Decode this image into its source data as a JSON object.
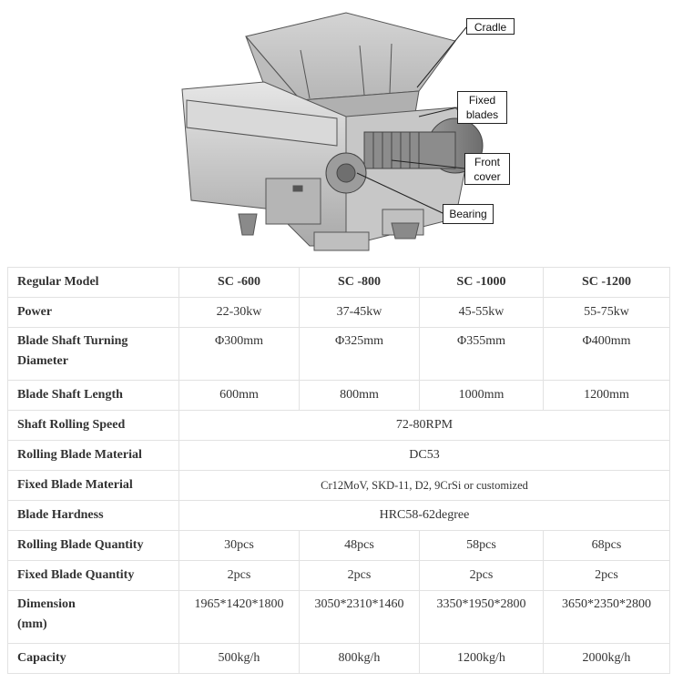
{
  "callouts": {
    "cradle": "Cradle",
    "fixed_blades_line1": "Fixed",
    "fixed_blades_line2": "blades",
    "front_cover_line1": "Front",
    "front_cover_line2": "cover",
    "bearing": "Bearing"
  },
  "table": {
    "header": {
      "label": "Regular Model",
      "models": [
        "SC -600",
        "SC -800",
        "SC -1000",
        "SC -1200"
      ]
    },
    "power": {
      "label": "Power",
      "values": [
        "22-30kw",
        "37-45kw",
        "45-55kw",
        "55-75kw"
      ]
    },
    "diameter": {
      "label_line1": "Blade Shaft Turning",
      "label_line2": "Diameter",
      "values": [
        "Φ300mm",
        "Φ325mm",
        "Φ355mm",
        "Φ400mm"
      ]
    },
    "length": {
      "label": "Blade Shaft Length",
      "values": [
        "600mm",
        "800mm",
        "1000mm",
        "1200mm"
      ]
    },
    "speed": {
      "label": "Shaft Rolling Speed",
      "value": "72-80RPM"
    },
    "rolling_material": {
      "label": "Rolling Blade Material",
      "value": "DC53"
    },
    "fixed_material": {
      "label": "Fixed Blade Material",
      "value": "Cr12MoV, SKD-11, D2, 9CrSi or customized"
    },
    "hardness": {
      "label": "Blade Hardness",
      "value": "HRC58-62degree"
    },
    "rolling_qty": {
      "label": "Rolling Blade Quantity",
      "values": [
        "30pcs",
        "48pcs",
        "58pcs",
        "68pcs"
      ]
    },
    "fixed_qty": {
      "label": "Fixed Blade Quantity",
      "values": [
        "2pcs",
        "2pcs",
        "2pcs",
        "2pcs"
      ]
    },
    "dimension": {
      "label_line1": "Dimension",
      "label_line2": "(mm)",
      "values": [
        "1965*1420*1800",
        "3050*2310*1460",
        "3350*1950*2800",
        "3650*2350*2800"
      ]
    },
    "capacity": {
      "label": "Capacity",
      "values": [
        "500kg/h",
        "800kg/h",
        "1200kg/h",
        "2000kg/h"
      ]
    }
  }
}
